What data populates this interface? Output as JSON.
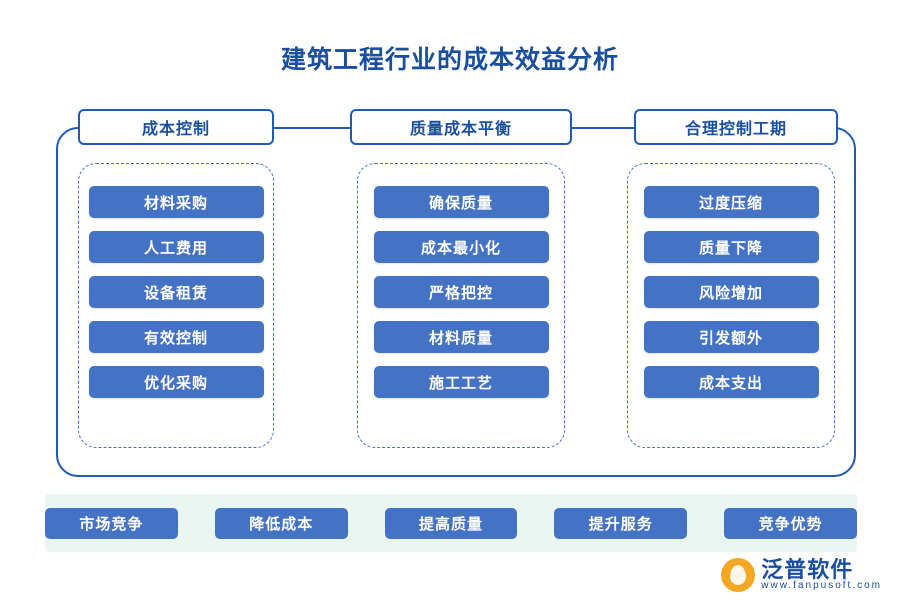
{
  "title": "建筑工程行业的成本效益分析",
  "columns": [
    {
      "header": "成本控制",
      "items": [
        "材料采购",
        "人工费用",
        "设备租赁",
        "有效控制",
        "优化采购"
      ]
    },
    {
      "header": "质量成本平衡",
      "items": [
        "确保质量",
        "成本最小化",
        "严格把控",
        "材料质量",
        "施工工艺"
      ]
    },
    {
      "header": "合理控制工期",
      "items": [
        "过度压缩",
        "质量下降",
        "风险增加",
        "引发额外",
        "成本支出"
      ]
    }
  ],
  "footer": {
    "items": [
      "市场竞争",
      "降低成本",
      "提高质量",
      "提升服务",
      "竞争优势"
    ]
  },
  "logo": {
    "name_cn": "泛普软件",
    "name_en": "www.fanpusoft.com",
    "icon": "flame-circle-icon"
  },
  "colors": {
    "title_blue": "#1a4fa0",
    "chip_blue": "#4472c4",
    "frame_blue": "#1f5bb5",
    "dashed_blue": "#3f6fd0",
    "footer_band": "#eaf6f2",
    "logo_orange": "#f5a623"
  }
}
